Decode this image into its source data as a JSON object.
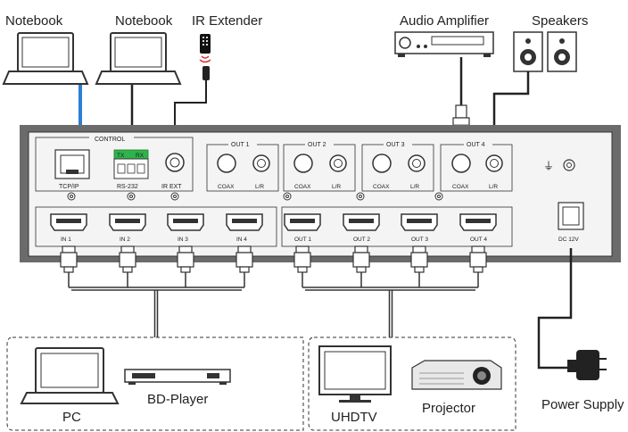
{
  "devices": {
    "notebook_left": "Notebook",
    "notebook_right": "Notebook",
    "ir_extender": "IR Extender",
    "audio_amplifier": "Audio Amplifier",
    "speakers": "Speakers",
    "pc": "PC",
    "bd_player": "BD-Player",
    "uhdtv": "UHDTV",
    "projector": "Projector",
    "power_supply": "Power Supply"
  },
  "panel": {
    "control": "CONTROL",
    "tx": "TX",
    "rx": "RX",
    "tcpip": "TCP/IP",
    "rs232": "RS-232",
    "ir_ext": "IR EXT",
    "dc": "DC 12V",
    "ground": "⏚",
    "audio_outs": [
      {
        "title": "OUT 1",
        "coax": "COAX",
        "lr": "L/R"
      },
      {
        "title": "OUT 2",
        "coax": "COAX",
        "lr": "L/R"
      },
      {
        "title": "OUT 3",
        "coax": "COAX",
        "lr": "L/R"
      },
      {
        "title": "OUT 4",
        "coax": "COAX",
        "lr": "L/R"
      }
    ],
    "hdmi_inputs": [
      "IN 1",
      "IN 2",
      "IN 3",
      "IN 4"
    ],
    "hdmi_outputs": [
      "OUT 1",
      "OUT 2",
      "OUT 3",
      "OUT 4"
    ]
  },
  "colors": {
    "cable_network": "#2a7fd4",
    "terminal_green": "#2fb34a",
    "panel_frame": "#555555",
    "panel_face": "#f4f4f4"
  }
}
